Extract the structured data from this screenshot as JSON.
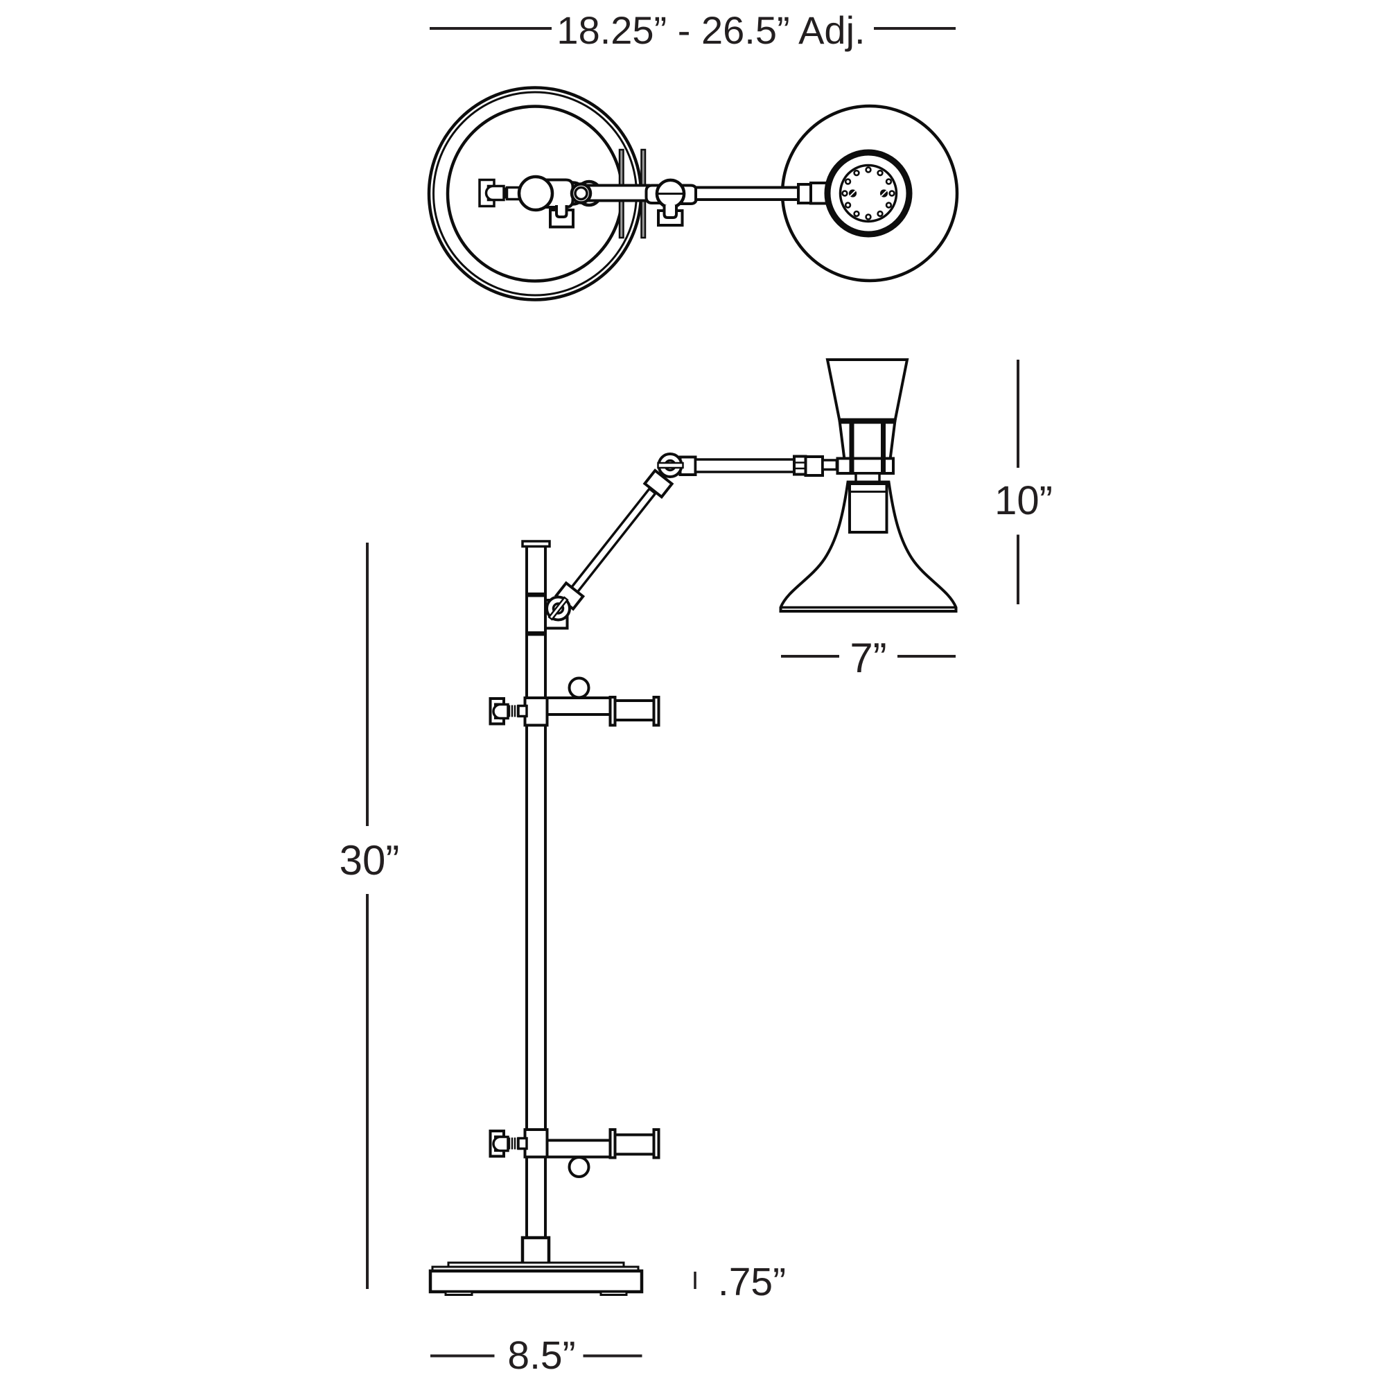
{
  "diagram": {
    "type": "technical-spec-line-drawing",
    "subject": "adjustable task floor lamp, top view and front elevation",
    "views": [
      {
        "name": "top-view",
        "description": "plan view of round base and round shade connected by swing arm"
      },
      {
        "name": "front-view",
        "description": "elevation of pole lamp with articulated arm and diabolo shade"
      }
    ]
  },
  "dimensions": {
    "adjustable_range": "18.25” - 26.5” Adj.",
    "shade_height": "10”",
    "shade_width": "7”",
    "column_height": "30”",
    "base_thickness": ".75”",
    "base_width": "8.5”"
  },
  "colors": {
    "background": "#ffffff",
    "line": "#0d0d0d",
    "text": "#231f20",
    "flange_fill": "#9a9a9a"
  }
}
